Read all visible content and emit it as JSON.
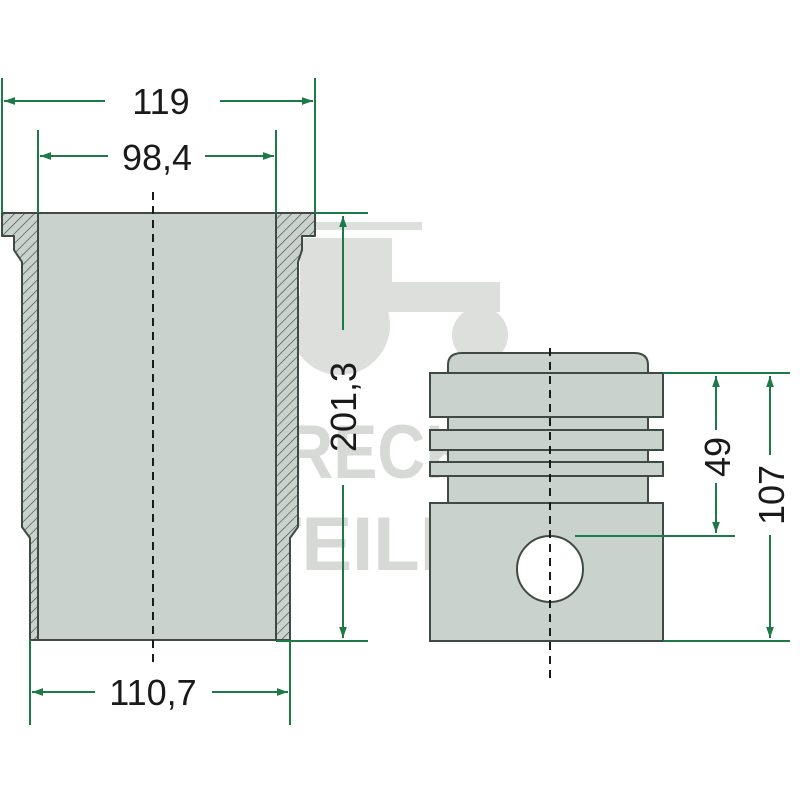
{
  "watermark": {
    "line1": "TRECKER",
    "line2": "TEILE24",
    "icon": "tractor-icon"
  },
  "dimensions": {
    "outer_width": "119",
    "inner_width": "98,4",
    "bottom_width": "110,7",
    "liner_height": "201,3",
    "pin_height": "49",
    "piston_height": "107"
  },
  "colors": {
    "part_fill": "#c9d2cc",
    "part_outline": "#3f4a44",
    "dimension_line": "#1b7a46",
    "watermark": "#cfd3cf"
  }
}
